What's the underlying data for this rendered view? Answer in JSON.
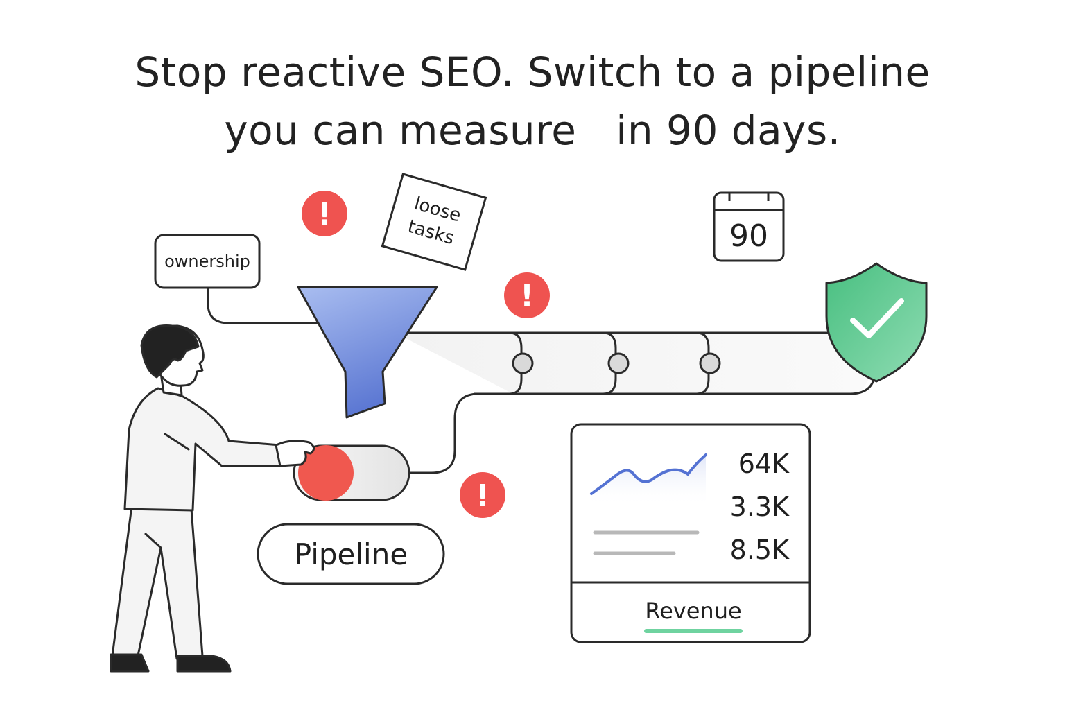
{
  "headline": {
    "line1": "Stop reactive SEO. Switch to a pipeline",
    "line2": "you can measure   in 90 days."
  },
  "labels": {
    "ownership": "ownership",
    "loose_tasks_line1": "loose",
    "loose_tasks_line2": "tasks",
    "calendar_day": "90",
    "pipeline": "Pipeline"
  },
  "metrics": {
    "values": [
      "64K",
      "3.3K",
      "8.5K"
    ],
    "footer": "Revenue"
  },
  "alerts": {
    "symbol": "!"
  },
  "colors": {
    "funnel": "#5f7fd6",
    "shield": "#5cc98f",
    "alert": "#ef5350",
    "toggle_knob": "#f0584f",
    "sparkline": "#5472d3",
    "revenue_underline": "#6fd3a0",
    "outline": "#222222"
  },
  "icons": {
    "funnel": "funnel-icon",
    "shield": "shield-check-icon",
    "calendar": "calendar-icon",
    "alert": "alert-icon",
    "person": "person-illustration"
  }
}
